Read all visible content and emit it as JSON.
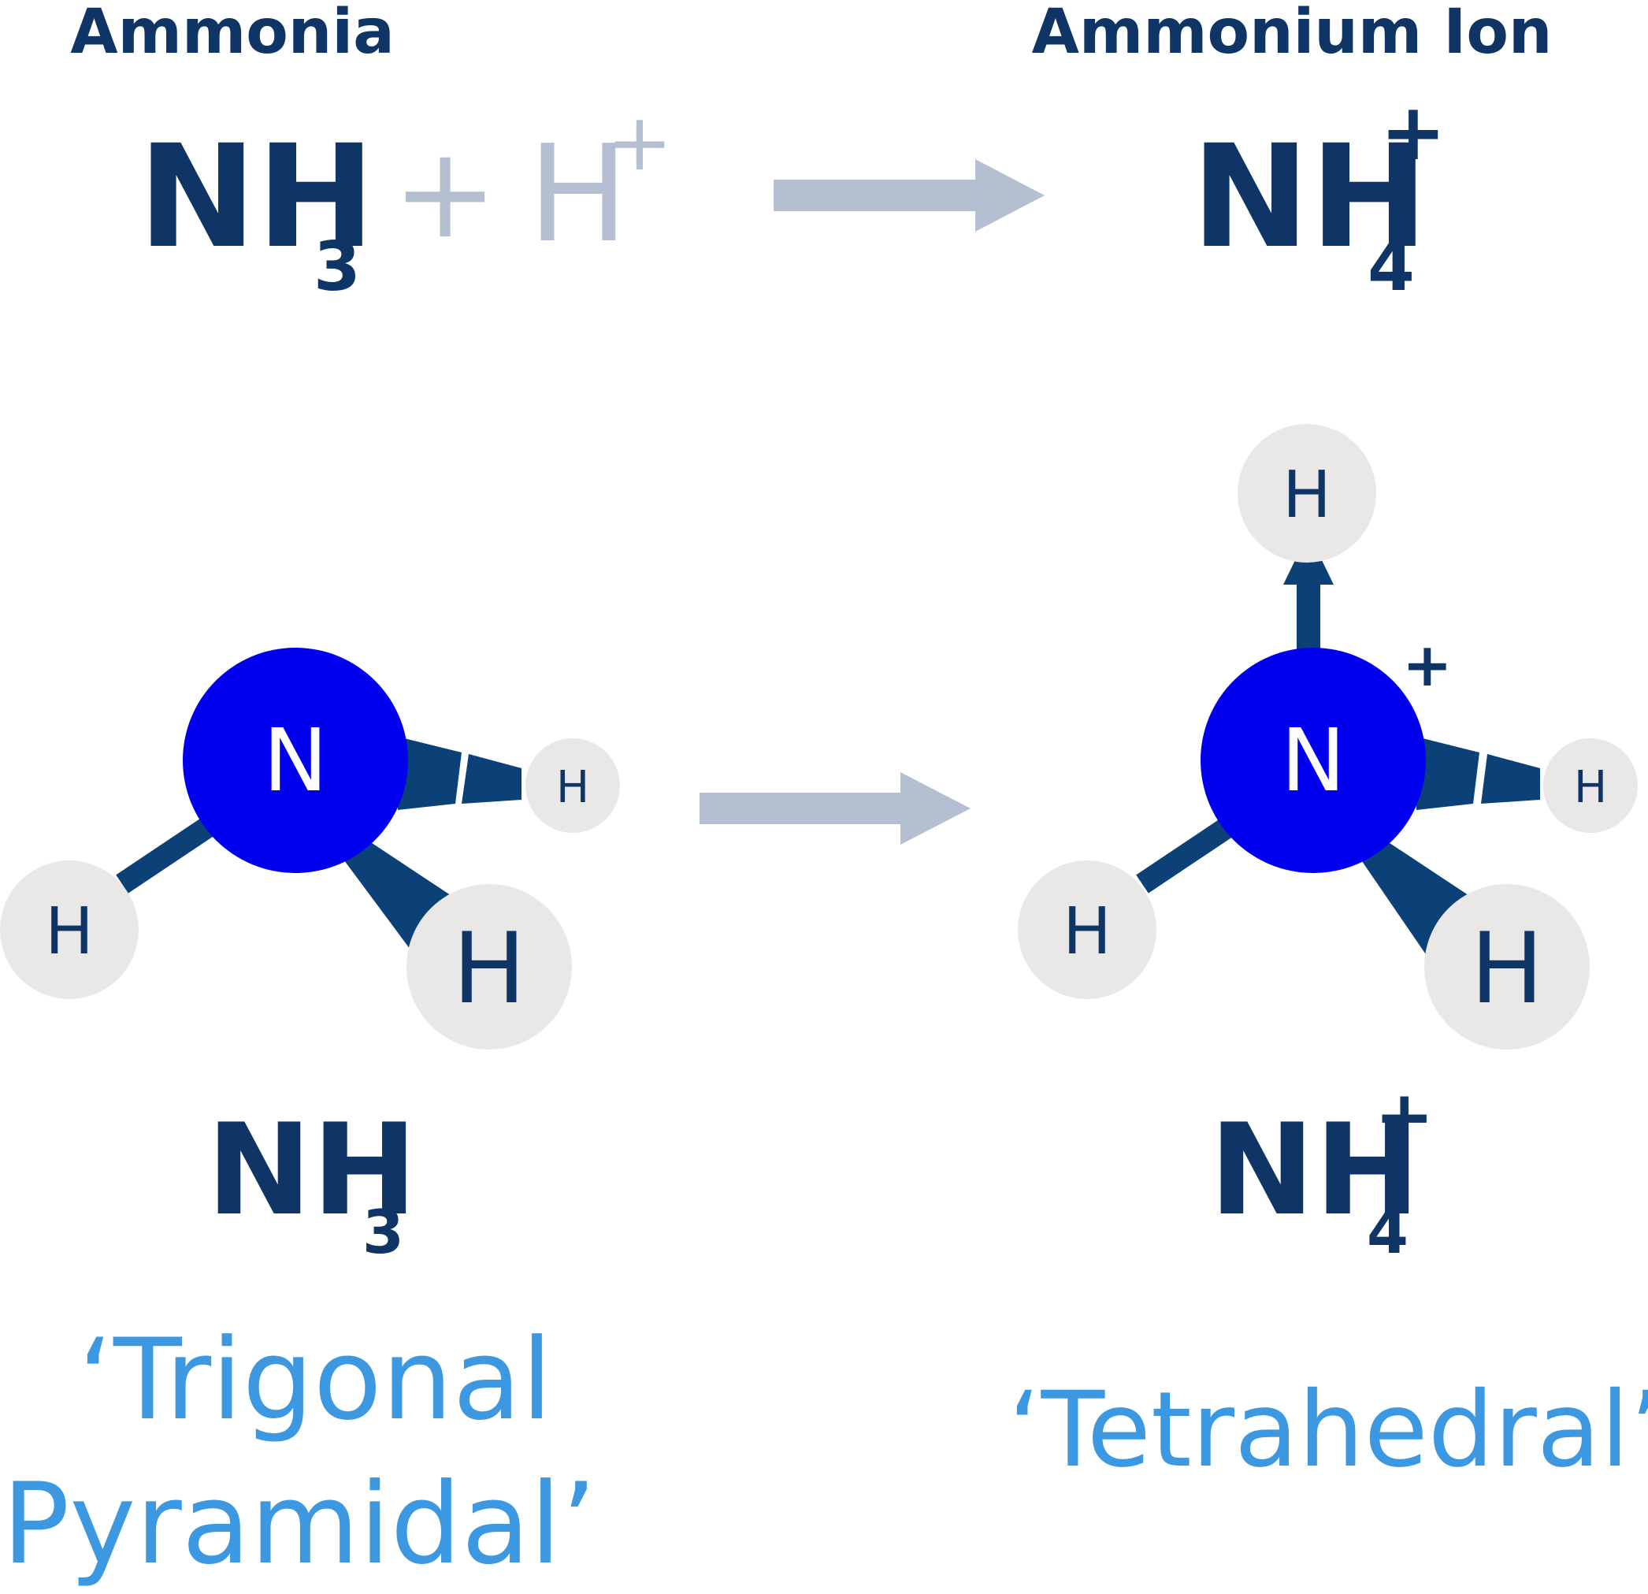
{
  "header": {
    "left_title": "Ammonia",
    "right_title": "Ammonium Ion"
  },
  "equation": {
    "reactant_base": "NH",
    "reactant_sub": "3",
    "plus": "+",
    "proton_base": "H",
    "proton_sup": "+",
    "product_base": "NH",
    "product_sub": "4",
    "product_sup": "+"
  },
  "ammonia_molecule": {
    "center_atom": "N",
    "atoms": [
      "H",
      "H",
      "H"
    ],
    "formula_base": "NH",
    "formula_sub": "3",
    "shape_line1": "‘Trigonal",
    "shape_line2": "Pyramidal’"
  },
  "ammonium_molecule": {
    "center_atom": "N",
    "charge": "+",
    "atoms": [
      "H",
      "H",
      "H",
      "H"
    ],
    "formula_base": "NH",
    "formula_sub": "4",
    "formula_sup": "+",
    "shape": "‘Tetrahedral’"
  },
  "colors": {
    "navy": "#0f3567",
    "bond": "#0b4176",
    "nitrogen": "#0000ee",
    "hydrogen": "#e9e8e7",
    "faded": "#b4bfd1",
    "shape_label": "#3d98e2"
  }
}
